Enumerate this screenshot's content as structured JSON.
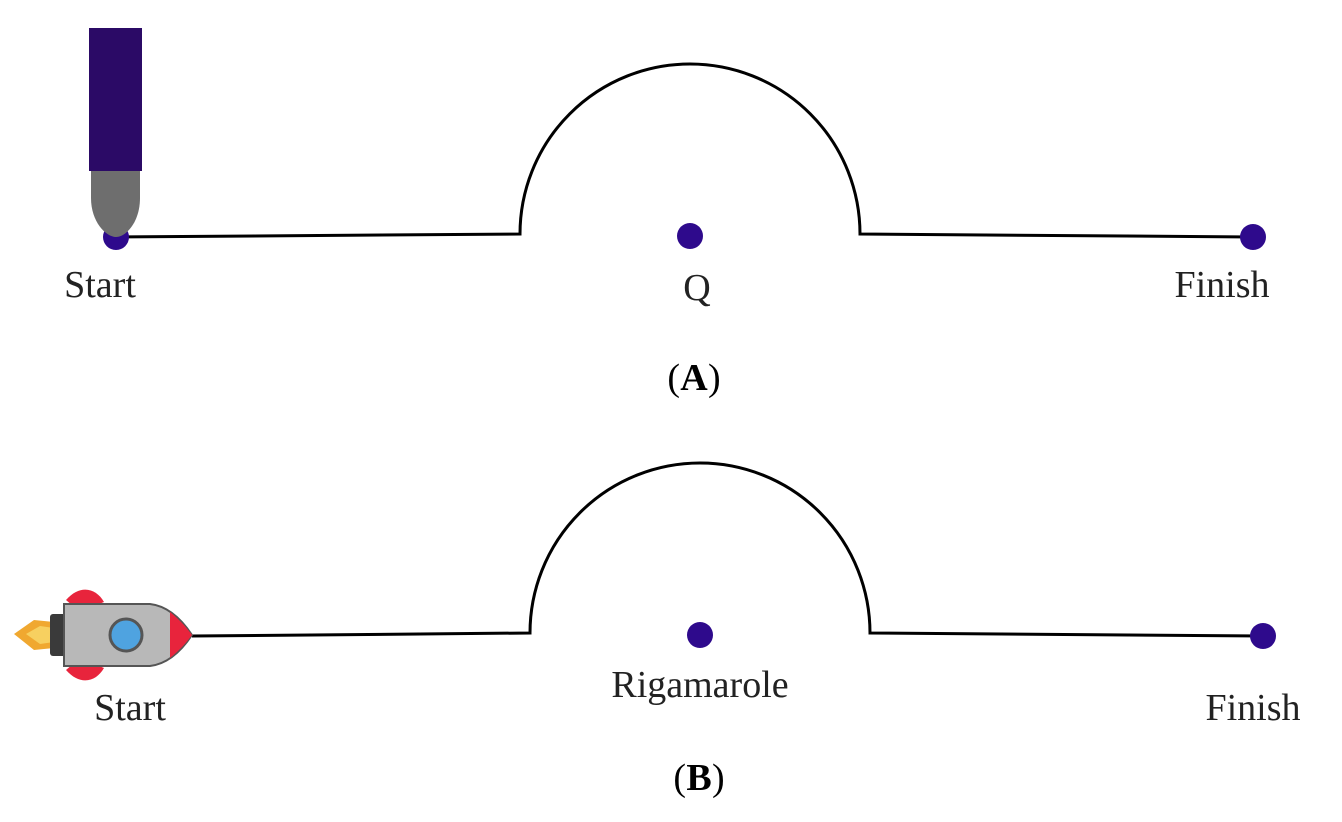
{
  "colors": {
    "path_stroke": "#000000",
    "point_fill": "#2e0a8c",
    "pen_body": "#2b0a66",
    "pen_tip": "#6e6e6e",
    "rocket_body": "#b8b8b8",
    "rocket_fin": "#e8243c",
    "rocket_window": "#4fa3e0",
    "rocket_flame": "#f0a830"
  },
  "panel_a": {
    "start_label": "Start",
    "middle_label": "Q",
    "finish_label": "Finish",
    "panel_letter": "A",
    "open_paren": "(",
    "close_paren": ")",
    "mover_icon": "pen-icon"
  },
  "panel_b": {
    "start_label": "Start",
    "middle_label": "Rigamarole",
    "finish_label": "Finish",
    "panel_letter": "B",
    "open_paren": "(",
    "close_paren": ")",
    "mover_icon": "rocket-icon"
  }
}
